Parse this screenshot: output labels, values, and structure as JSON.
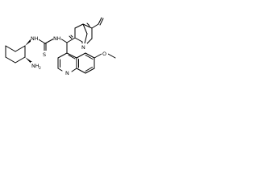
{
  "figure": {
    "atoms": {
      "amine_nh2": "NH",
      "amine_sub2": "2",
      "thiourea_nh_left": "NH",
      "thiourea_nh_right": "NH",
      "thiourea_s": "S",
      "quinuclidine_n": "N",
      "quinoline_n": "N",
      "methoxy_o": "O"
    },
    "colors": {
      "bond": "#000000",
      "background": "#ffffff"
    }
  }
}
